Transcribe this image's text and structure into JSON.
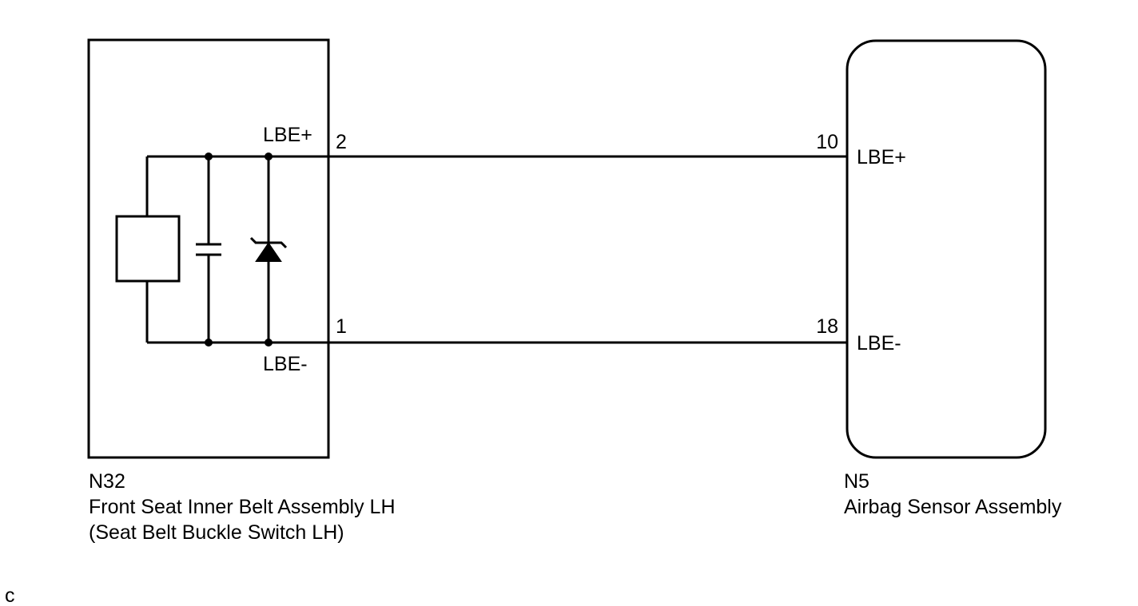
{
  "left_component": {
    "code": "N32",
    "name": "Front Seat Inner Belt Assembly LH",
    "subname": "(Seat Belt Buckle Switch LH)",
    "pin_top_label": "LBE+",
    "pin_top_number": "2",
    "pin_bottom_label": "LBE-",
    "pin_bottom_number": "1"
  },
  "right_component": {
    "code": "N5",
    "name": "Airbag Sensor Assembly",
    "pin_top_label": "LBE+",
    "pin_top_number": "10",
    "pin_bottom_label": "LBE-",
    "pin_bottom_number": "18"
  },
  "corner_mark": "c"
}
